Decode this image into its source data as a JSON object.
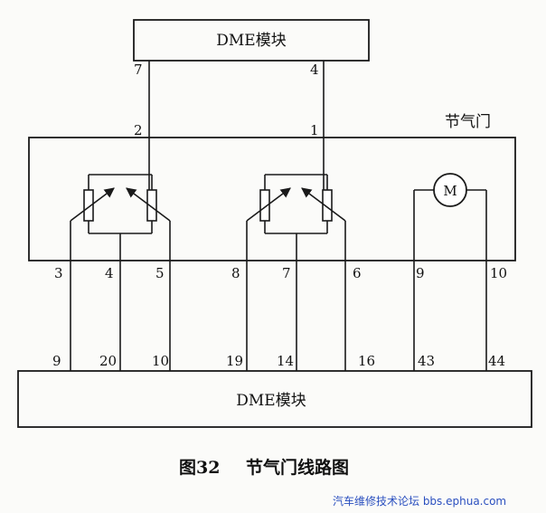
{
  "top_module": {
    "label": "DME模块",
    "pins": {
      "left": "7",
      "right": "4"
    }
  },
  "throttle": {
    "label": "节气门",
    "pins_top": {
      "a": "2",
      "b": "1"
    },
    "pins_bottom": [
      "3",
      "4",
      "5",
      "8",
      "7",
      "6",
      "9",
      "10"
    ],
    "motor_label": "M"
  },
  "bottom_module": {
    "label": "DME模块",
    "pins": [
      "9",
      "20",
      "10",
      "19",
      "14",
      "16",
      "43",
      "44"
    ]
  },
  "caption": {
    "figure": "图32",
    "title": "节气门线路图"
  },
  "watermark": "汽车维修技术论坛 bbs.ephua.com"
}
